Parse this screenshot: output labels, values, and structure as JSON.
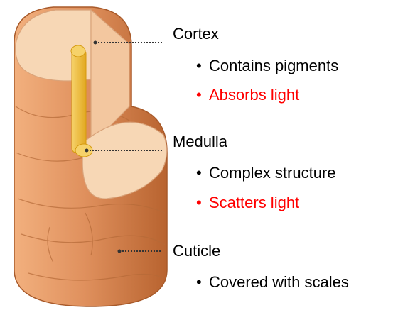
{
  "colors": {
    "cortex_fill": "#f7d7b5",
    "skin_fill": "#e0915e",
    "skin_dark": "#b8632f",
    "medulla_fill": "#f2c94c",
    "medulla_dark": "#e0a91a",
    "text": "#000000",
    "highlight": "#ff0000"
  },
  "sections": [
    {
      "title": "Cortex",
      "bullets": [
        {
          "text": "Contains pigments",
          "color": "#000000"
        },
        {
          "text": "Absorbs light",
          "color": "#ff0000"
        }
      ]
    },
    {
      "title": "Medulla",
      "bullets": [
        {
          "text": "Complex structure",
          "color": "#000000"
        },
        {
          "text": "Scatters light",
          "color": "#ff0000"
        }
      ]
    },
    {
      "title": "Cuticle",
      "bullets": [
        {
          "text": "Covered with scales",
          "color": "#000000"
        }
      ]
    }
  ],
  "bullet_glyph": "•"
}
